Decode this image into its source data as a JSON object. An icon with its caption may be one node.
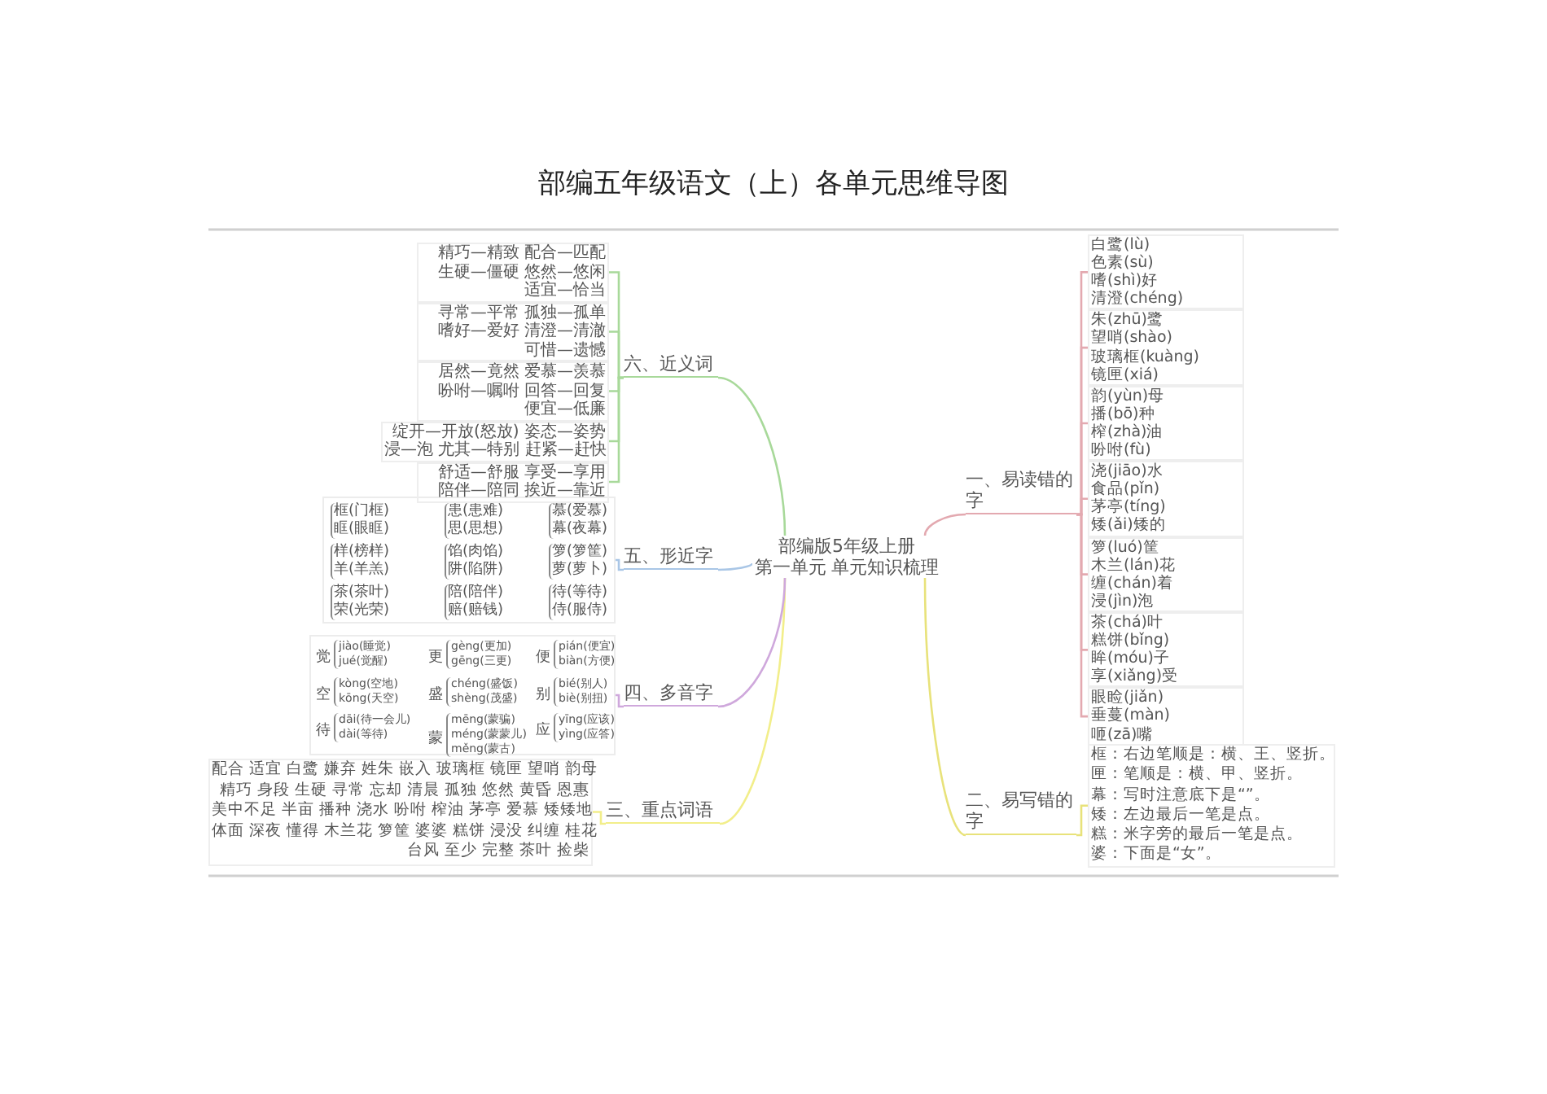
{
  "diagram": {
    "title": "部编五年级语文（上）各单元思维导图",
    "nodes": [
      {
        "text": [
          "部编版5年级上册",
          "第一单元 单元知识梳理"
        ]
      },
      {
        "text": [
          "一、易读错的字"
        ]
      },
      {
        "text": [
          "二、易写错的字"
        ]
      },
      {
        "text": [
          "三、重点词语"
        ]
      },
      {
        "text": [
          "四、多音字"
        ]
      },
      {
        "text": [
          "五、形近字"
        ]
      },
      {
        "text": [
          "六、近义词"
        ]
      },
      {
        "text": [
          "白鹭(lù)",
          "色素(sù)",
          "嗜(shì)好",
          "清澄(chéng)"
        ]
      },
      {
        "text": [
          "朱(zhū)鹭",
          "望哨(shào)",
          "玻璃框(kuàng)",
          "镜匣(xiá)"
        ]
      },
      {
        "text": [
          "韵(yùn)母",
          "播(bō)种",
          "榨(zhà)油",
          "吩咐(fù)"
        ]
      },
      {
        "text": [
          "浇(jiāo)水",
          "食品(pǐn)",
          "茅亭(tíng)",
          "矮(ǎi)矮的"
        ]
      },
      {
        "text": [
          "箩(luó)筐",
          "木兰(lán)花",
          "缠(chán)着",
          "浸(jìn)泡"
        ]
      },
      {
        "text": [
          "茶(chá)叶",
          "糕饼(bǐng)",
          "眸(móu)子",
          "享(xiǎng)受"
        ]
      },
      {
        "text": [
          "眼睑(jiǎn)",
          "垂蔓(màn)",
          "咂(zā)嘴"
        ]
      },
      {
        "text": [
          "框：右边笔顺是：横、王、竖折。",
          "匣：笔顺是：横、甲、竖折。",
          "幕：写时注意底下是“”。",
          "矮：左边最后一笔是点。",
          "糕：米字旁的最后一笔是点。",
          "婆：下面是“女”。"
        ]
      },
      {
        "text": [
          "配合 适宜 白鹭 嫌弃 姓朱 嵌入 玻璃框 镜匣 望哨 韵母",
          "精巧 身段 生硬 寻常 忘却 清晨 孤独 悠然 黄昏 恩惠",
          "美中不足 半亩 播种 浇水 吩咐 榨油 茅亭 爱慕 矮矮地",
          "体面 深夜 懂得 木兰花 箩筐 婆婆 糕饼 浸没 纠缠 桂花",
          "台风 至少 完整 茶叶 捡柴"
        ]
      },
      {
        "text": [],
        "shape": "box"
      },
      {
        "text": [
          "觉",
          "jiào(睡觉)",
          "jué(觉醒)"
        ],
        "in": 16
      },
      {
        "text": [
          "更",
          "gèng(更加)",
          "gēng(三更)"
        ],
        "in": 16
      },
      {
        "text": [
          "便",
          "pián(便宜)",
          "biàn(方便)"
        ],
        "in": 16
      },
      {
        "text": [
          "空",
          "kòng(空地)",
          "kōng(天空)"
        ],
        "in": 16
      },
      {
        "text": [
          "盛",
          "chéng(盛饭)",
          "shèng(茂盛)"
        ],
        "in": 16
      },
      {
        "text": [
          "别",
          "bié(别人)",
          "biè(别扭)"
        ],
        "in": 16
      },
      {
        "text": [
          "待",
          "dāi(待一会儿)",
          "dài(等待)"
        ],
        "in": 16
      },
      {
        "text": [
          "蒙",
          "mēng(蒙骗)",
          "méng(蒙蒙儿)",
          "měng(蒙古)"
        ],
        "in": 16
      },
      {
        "text": [
          "应",
          "yīng(应该)",
          "yìng(应答)"
        ],
        "in": 16
      },
      {
        "text": [],
        "shape": "box"
      },
      {
        "text": [
          "框(门框)",
          "眶(眼眶)"
        ],
        "in": 26
      },
      {
        "text": [
          "患(患难)",
          "思(思想)"
        ],
        "in": 26
      },
      {
        "text": [
          "慕(爱慕)",
          "幕(夜幕)"
        ],
        "in": 26
      },
      {
        "text": [
          "样(榜样)",
          "羊(羊羔)"
        ],
        "in": 26
      },
      {
        "text": [
          "馅(肉馅)",
          "阱(陷阱)"
        ],
        "in": 26
      },
      {
        "text": [
          "箩(箩筐)",
          "萝(萝卜)"
        ],
        "in": 26
      },
      {
        "text": [
          "茶(茶叶)",
          "荣(光荣)"
        ],
        "in": 26
      },
      {
        "text": [
          "陪(陪伴)",
          "赔(赔钱)"
        ],
        "in": 26
      },
      {
        "text": [
          "待(等待)",
          "侍(服侍)"
        ],
        "in": 26
      },
      {
        "text": [
          "精巧—精致 配合—匹配",
          "生硬—僵硬 悠然—悠闲",
          "适宜—恰当"
        ]
      },
      {
        "text": [
          "寻常—平常 孤独—孤单",
          "嗜好—爱好 清澄—清澈",
          "可惜—遗憾"
        ]
      },
      {
        "text": [
          "居然—竟然 爱慕—羡慕",
          "吩咐—嘱咐 回答—回复",
          "便宜—低廉"
        ]
      },
      {
        "text": [
          "绽开—开放(怒放) 姿态—姿势",
          "浸—泡 尤其—特别 赶紧—赶快"
        ]
      },
      {
        "text": [
          "舒适—舒服 享受—享用",
          "陪伴—陪同 挨近—靠近"
        ]
      }
    ],
    "edges": [
      {
        "from": 0,
        "to": 1,
        "arrow": "none",
        "color": "#e3a9b0"
      },
      {
        "from": 0,
        "to": 2,
        "arrow": "none",
        "color": "#e8e27a"
      },
      {
        "from": 0,
        "to": 3,
        "arrow": "none",
        "color": "#f2ee8a"
      },
      {
        "from": 0,
        "to": 4,
        "arrow": "none",
        "color": "#cfa8dc"
      },
      {
        "from": 0,
        "to": 5,
        "arrow": "none",
        "color": "#a9c6e6"
      },
      {
        "from": 0,
        "to": 6,
        "arrow": "none",
        "color": "#a8d99a"
      },
      {
        "from": 1,
        "to": 7,
        "arrow": "none",
        "color": "#e3a9b0"
      },
      {
        "from": 1,
        "to": 8,
        "arrow": "none",
        "color": "#e3a9b0"
      },
      {
        "from": 1,
        "to": 9,
        "arrow": "none",
        "color": "#e3a9b0"
      },
      {
        "from": 1,
        "to": 10,
        "arrow": "none",
        "color": "#e3a9b0"
      },
      {
        "from": 1,
        "to": 11,
        "arrow": "none",
        "color": "#e3a9b0"
      },
      {
        "from": 1,
        "to": 12,
        "arrow": "none",
        "color": "#e3a9b0"
      },
      {
        "from": 1,
        "to": 13,
        "arrow": "none",
        "color": "#e3a9b0"
      },
      {
        "from": 2,
        "to": 14,
        "arrow": "none",
        "color": "#e8e27a"
      },
      {
        "from": 3,
        "to": 15,
        "arrow": "none",
        "color": "#f2ee8a"
      },
      {
        "from": 4,
        "to": 16,
        "arrow": "none",
        "color": "#cfa8dc"
      },
      {
        "from": 5,
        "to": 26,
        "arrow": "none",
        "color": "#a9c6e6"
      },
      {
        "from": 6,
        "to": 36,
        "arrow": "none",
        "color": "#a8d99a"
      },
      {
        "from": 6,
        "to": 37,
        "arrow": "none",
        "color": "#a8d99a"
      },
      {
        "from": 6,
        "to": 38,
        "arrow": "none",
        "color": "#a8d99a"
      },
      {
        "from": 6,
        "to": 39,
        "arrow": "none",
        "color": "#a8d99a"
      },
      {
        "from": 6,
        "to": 40,
        "arrow": "none",
        "color": "#a8d99a"
      }
    ]
  }
}
